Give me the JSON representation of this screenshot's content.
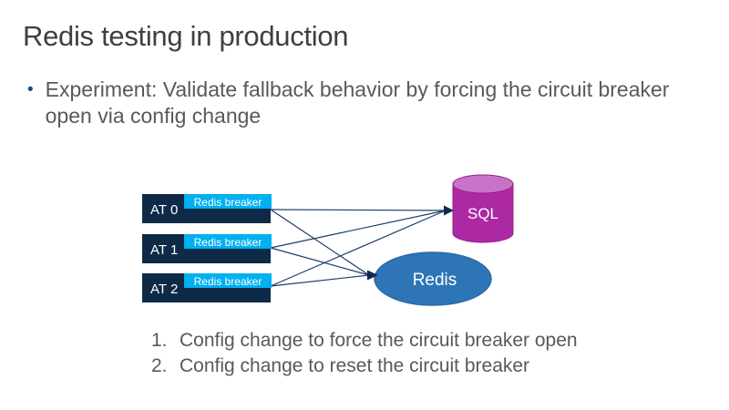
{
  "slide": {
    "title": "Redis testing in production",
    "bullet": {
      "marker": "•",
      "text": "Experiment: Validate fallback behavior by forcing the circuit breaker open via config change"
    },
    "steps": [
      {
        "number": "1.",
        "text": "Config change to force the circuit breaker open"
      },
      {
        "number": "2.",
        "text": "Config change to reset the circuit breaker"
      }
    ]
  },
  "diagram": {
    "app_tiers": [
      {
        "label": "AT 0",
        "breaker": "Redis breaker"
      },
      {
        "label": "AT 1",
        "breaker": "Redis breaker"
      },
      {
        "label": "AT 2",
        "breaker": "Redis breaker"
      }
    ],
    "sql": {
      "label": "SQL"
    },
    "redis": {
      "label": "Redis"
    }
  },
  "colors": {
    "tier_box": "#0e2a47",
    "breaker_box": "#00b0f0",
    "sql_body": "#ad29a3",
    "sql_top": "#c873c8",
    "redis_fill": "#2e75b6",
    "connector": "#1f3d68",
    "title_text": "#3f3f3f",
    "body_text": "#595959",
    "bullet_marker": "#1f4e79"
  }
}
